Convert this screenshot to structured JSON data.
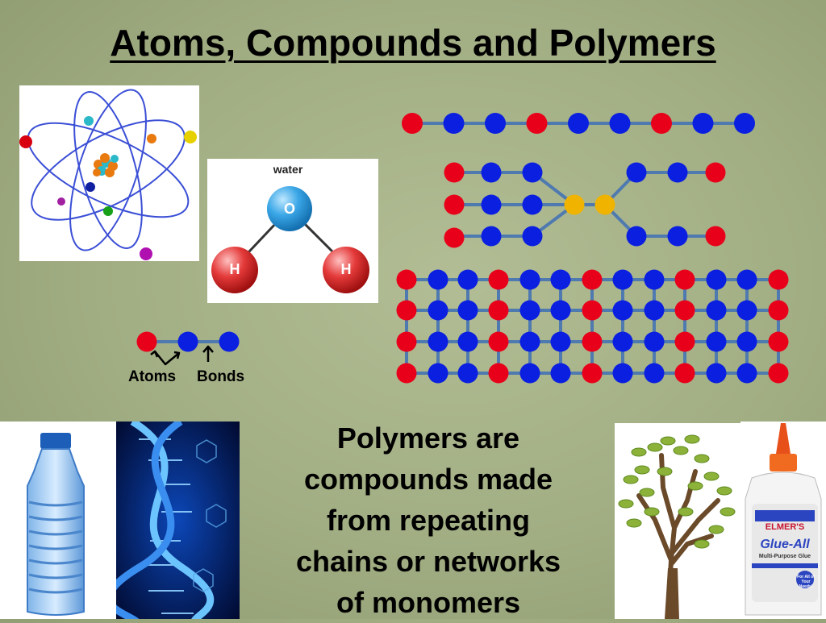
{
  "slide": {
    "title": "Atoms, Compounds and Polymers",
    "body_lines": [
      "Polymers are",
      "compounds made",
      "from repeating",
      "chains or networks",
      "of monomers"
    ]
  },
  "water": {
    "caption": "water",
    "oxygen": "O",
    "hydrogen": "H"
  },
  "legend": {
    "atoms_label": "Atoms",
    "bonds_label": "Bonds"
  },
  "glue": {
    "brand": "ELMER'S",
    "product": "Glue-All",
    "tagline": "Multi-Purpose Glue",
    "badge": "For All of Your Needs!"
  },
  "colors": {
    "red_atom": "#e8001a",
    "blue_atom": "#0a1fe0",
    "yellow_atom": "#f0b400",
    "bond": "#4e7ab0"
  }
}
